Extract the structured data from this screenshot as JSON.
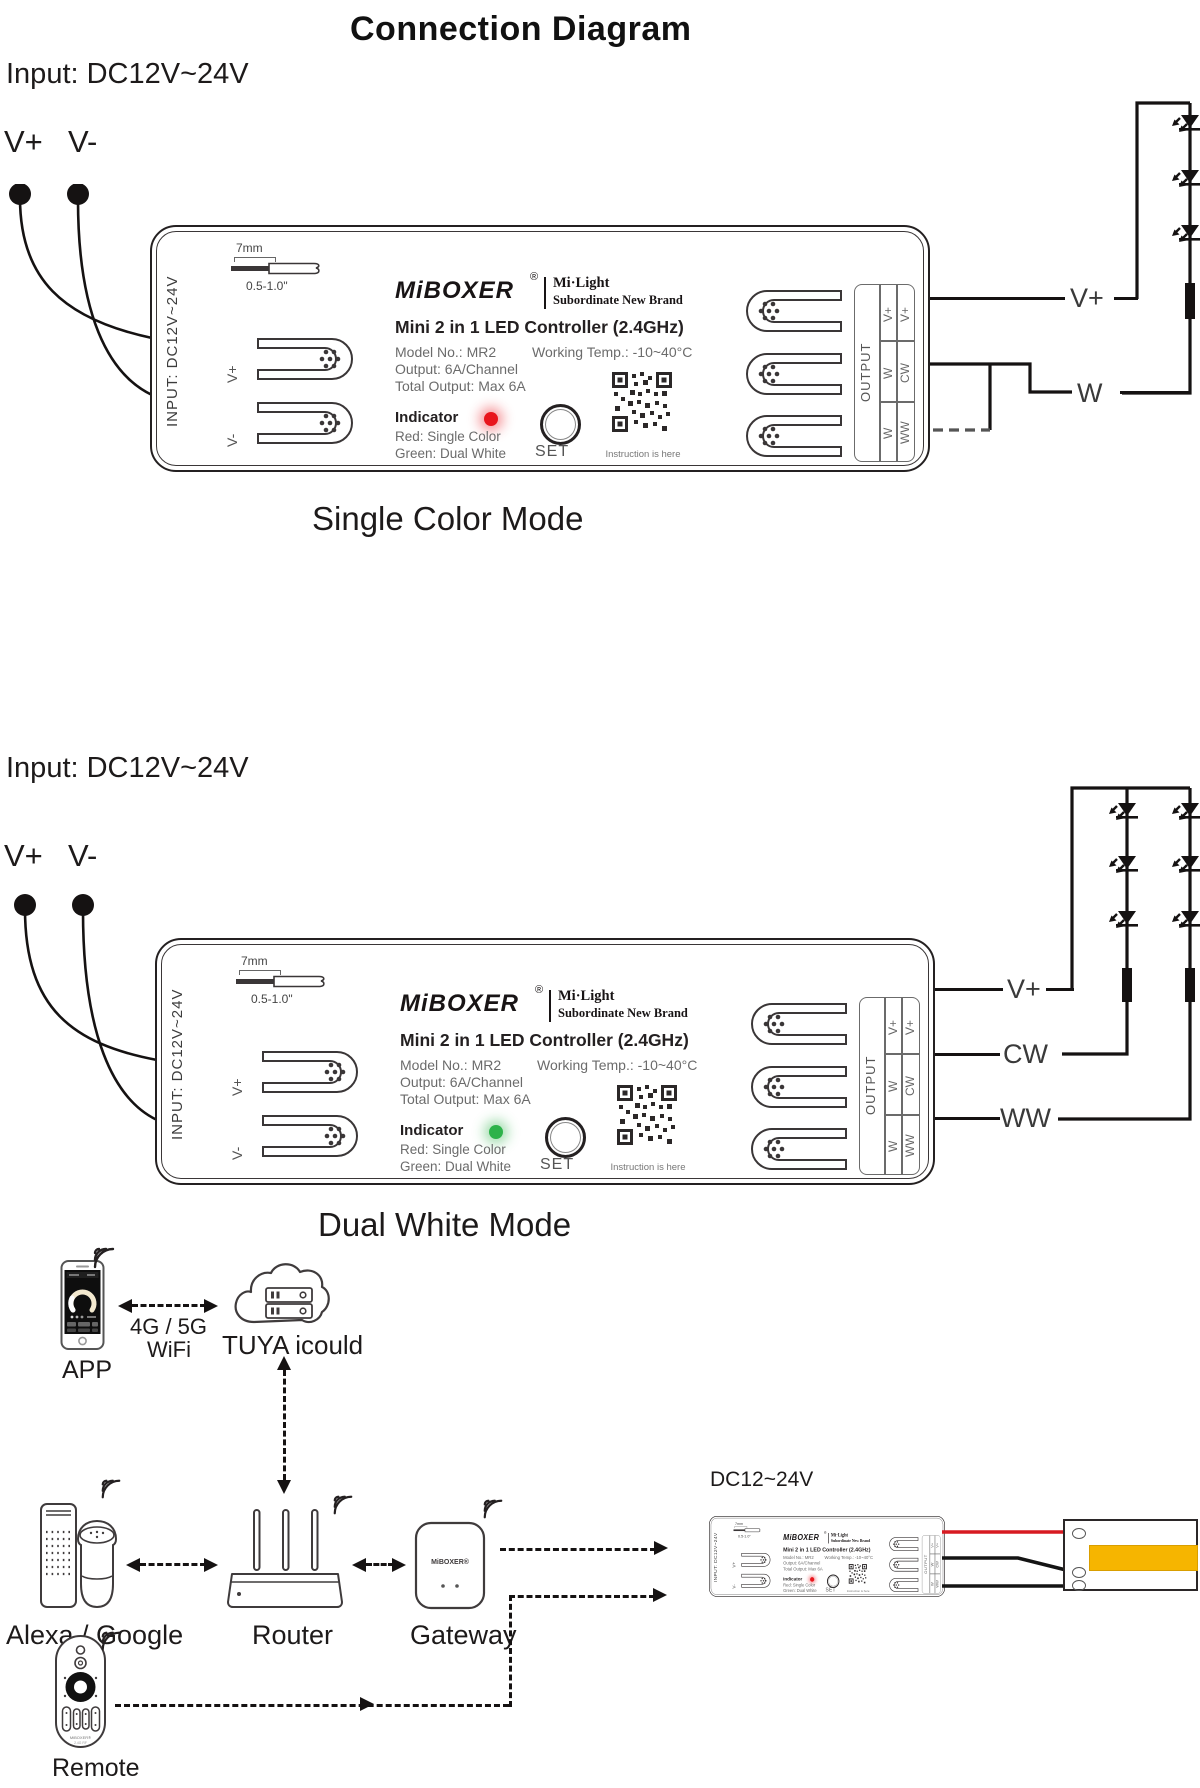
{
  "title": "Connection Diagram",
  "device": {
    "brand": "MiBOXER",
    "reg": "®",
    "sub_brand_1": "Mi·Light",
    "sub_brand_2": "Subordinate New Brand",
    "product": "Mini 2 in 1 LED Controller (2.4GHz)",
    "model": "Model No.: MR2",
    "working_temp": "Working Temp.: -10~40°C",
    "output": "Output: 6A/Channel",
    "total_output": "Total Output: Max 6A",
    "indicator": "Indicator",
    "indicator_red": "Red: Single Color",
    "indicator_green": "Green: Dual White",
    "set_button": "SET",
    "instruction": "Instruction is here",
    "input_side_label": "INPUT: DC12V~24V",
    "strip_len": "7mm",
    "strip_range": "0.5-1.0\"",
    "input_terminals": {
      "plus": "V+",
      "minus": "V-"
    },
    "output_table": {
      "header": "OUTPUT",
      "col_inner": [
        "V+",
        "W",
        "W"
      ],
      "col_outer": [
        "V+",
        "CW",
        "WW"
      ]
    }
  },
  "section1": {
    "input_label": "Input: DC12V~24V",
    "v_plus": "V+",
    "v_minus": "V-",
    "mode_title": "Single Color Mode",
    "wire_v_plus": "V+",
    "wire_w": "W"
  },
  "section2": {
    "input_label": "Input: DC12V~24V",
    "v_plus": "V+",
    "v_minus": "V-",
    "mode_title": "Dual White Mode",
    "wire_v_plus": "V+",
    "wire_cw": "CW",
    "wire_ww": "WW"
  },
  "network": {
    "app": "APP",
    "link_4g5g": "4G / 5G",
    "link_wifi": "WiFi",
    "cloud": "TUYA icould",
    "speaker": "Alexa / Google",
    "router": "Router",
    "gateway": "Gateway",
    "remote": "Remote",
    "mini_input": "DC12~24V"
  },
  "colors": {
    "line": "#231f20",
    "indicator_red": "#e8151c",
    "indicator_green": "#2db24a",
    "wire_red": "#d71a21",
    "strip_yellow": "#f6b500"
  }
}
